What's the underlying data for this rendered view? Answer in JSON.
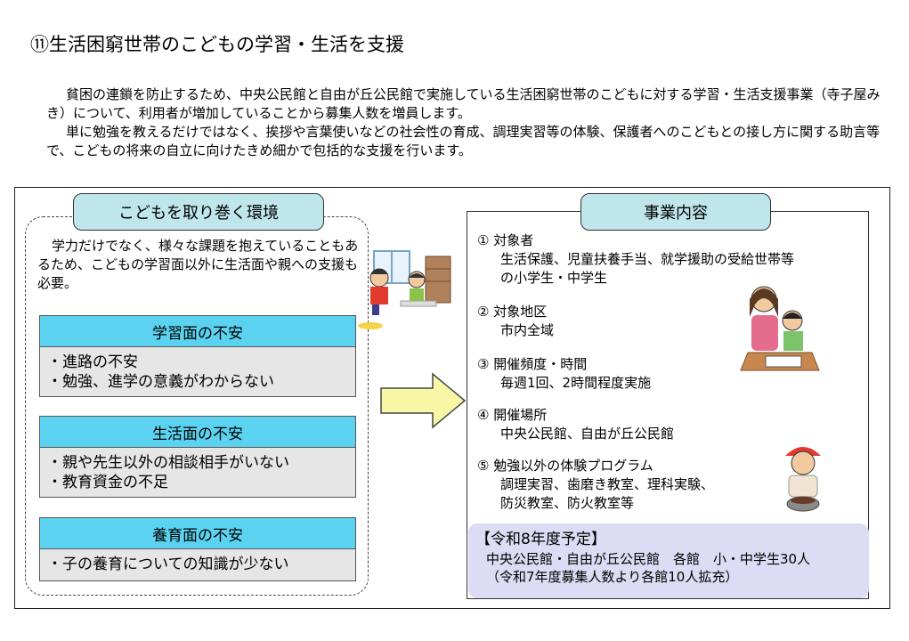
{
  "title": "⑪生活困窮世帯のこどもの学習・生活を支援",
  "intro": [
    "貧困の連鎖を防止するため、中央公民館と自由が丘公民館で実施している生活困窮世帯のこどもに対する学習・生活支援事業（寺子屋みき）について、利用者が増加していることから募集人数を増員します。",
    "単に勉強を教えるだけではなく、挨拶や言葉使いなどの社会性の育成、調理実習等の体験、保護者へのこどもとの接し方に関する助言等で、こどもの将来の自立に向けたきめ細かで包括的な支援を行います。"
  ],
  "left": {
    "heading": "こどもを取り巻く環境",
    "description": "学力だけでなく、様々な課題を抱えていることもあるため、こどもの学習面以外に生活面や親への支援も必要。",
    "categories": [
      {
        "title": "学習面の不安",
        "items": [
          "・進路の不安",
          "・勉強、進学の意義がわからない"
        ]
      },
      {
        "title": "生活面の不安",
        "items": [
          "・親や先生以外の相談相手がいない",
          "・教育資金の不足"
        ]
      },
      {
        "title": "養育面の不安",
        "items": [
          "・子の養育についての知識が少ない"
        ]
      }
    ]
  },
  "right": {
    "heading": "事業内容",
    "items": [
      {
        "label": "① 対象者",
        "lines": [
          "生活保護、児童扶養手当、就学援助の受給世帯等",
          "の小学生・中学生"
        ]
      },
      {
        "label": "② 対象地区",
        "lines": [
          "市内全域"
        ]
      },
      {
        "label": "③ 開催頻度・時間",
        "lines": [
          "毎週1回、2時間程度実施"
        ]
      },
      {
        "label": "④ 開催場所",
        "lines": [
          "中央公民館、自由が丘公民館"
        ]
      },
      {
        "label": "⑤ 勉強以外の体験プログラム",
        "lines": [
          "調理実習、歯磨き教室、理科実験、",
          "防災教室、防火教室等"
        ]
      }
    ],
    "schedule": {
      "heading": "【令和8年度予定】",
      "lines": [
        "中央公民館・自由が丘公民館　各館　小・中学生30人",
        "（令和7年度募集人数より各館10人拡充）"
      ]
    }
  },
  "colors": {
    "pill": "#bfe6ea",
    "category_header": "#5bd3f0",
    "category_body": "#e6e6e6",
    "arrow": "#f7f7a6",
    "schedule_bg": "#dcdcf4"
  }
}
